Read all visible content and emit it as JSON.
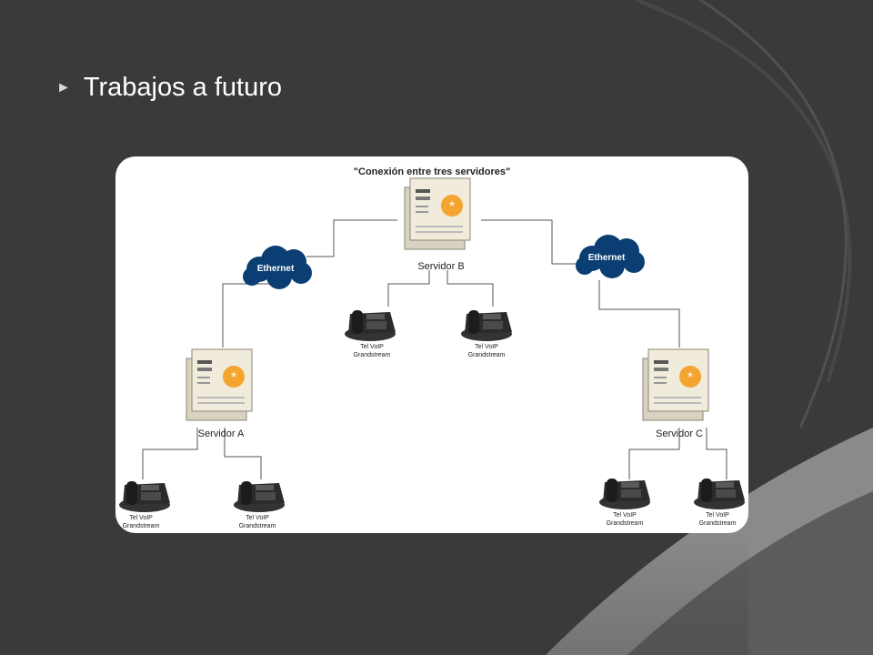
{
  "slide": {
    "bullet_text": "Trabajos a futuro"
  },
  "diagram": {
    "title": "\"Conexión entre tres servidores\"",
    "servers": {
      "a": "Servidor A",
      "b": "Servidor B",
      "c": "Servidor C"
    },
    "clouds": {
      "left": "Ethernet",
      "right": "Ethernet"
    },
    "phone_label_line1": "Tel VoIP",
    "phone_label_line2": "Grandstream"
  },
  "colors": {
    "background": "#3a3a3a",
    "card": "#ffffff",
    "cloud": "#0b3f73",
    "server_body": "#efe8d8",
    "server_accent": "#f3a530"
  }
}
